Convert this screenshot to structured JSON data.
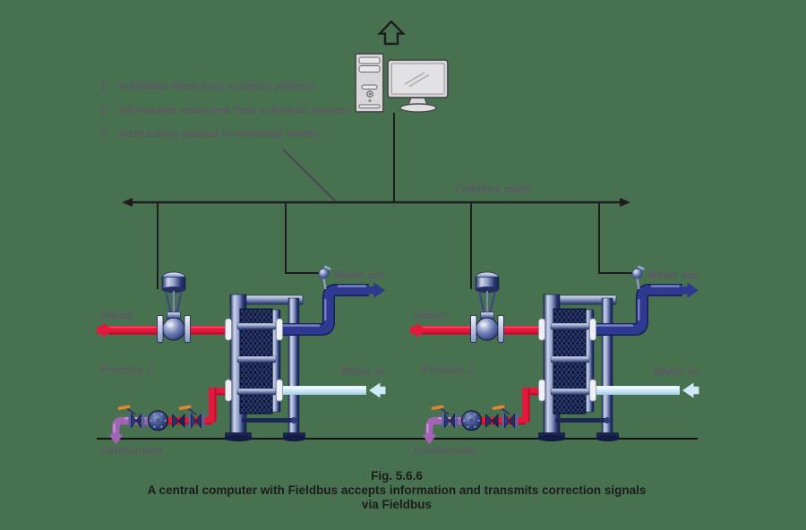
{
  "list": {
    "items": [
      {
        "num": "1.",
        "text": "Individual items have a unique address"
      },
      {
        "num": "2.",
        "text": "Information requested from individual sensors"
      },
      {
        "num": "3.",
        "text": "Instructions passed to individual valves"
      }
    ]
  },
  "fieldbus": {
    "cable_label": "Fieldbus cable"
  },
  "units": [
    {
      "process_label": "Process 1",
      "steam_label": "Steam",
      "water_out_label": "Water out",
      "water_in_label": "Water in",
      "condensate_label": "Condensate"
    },
    {
      "process_label": "Process 2",
      "steam_label": "Steam",
      "water_out_label": "Water out",
      "water_in_label": "Water in",
      "condensate_label": "Condensate"
    }
  ],
  "caption": {
    "fig_label": "Fig. 5.6.6",
    "line1": "A central computer with Fieldbus accepts information and transmits correction signals",
    "line2": "via Fieldbus"
  },
  "colors": {
    "background": "#487150",
    "steam_pipe": "#e5173a",
    "water_out_pipe": "#2e3a90",
    "water_in_pipe": "#cfe9f8",
    "condensate_pipe": "#a263b5",
    "label_text": "#5d5767",
    "caption_text": "#1c1c1c",
    "line": "#1d1d1f",
    "valve_handle_orange": "#e2852e"
  },
  "icons": {
    "up_arrow": "block-arrow-up",
    "computer": "desktop-computer-with-tower-and-monitor",
    "control_valve": "pneumatic-control-valve",
    "heat_exchanger": "plate-heat-exchanger",
    "steam_trap": "steam-trap-with-isolation-and-check-valves",
    "sensor": "sensor-valve-on-water-outlet"
  }
}
